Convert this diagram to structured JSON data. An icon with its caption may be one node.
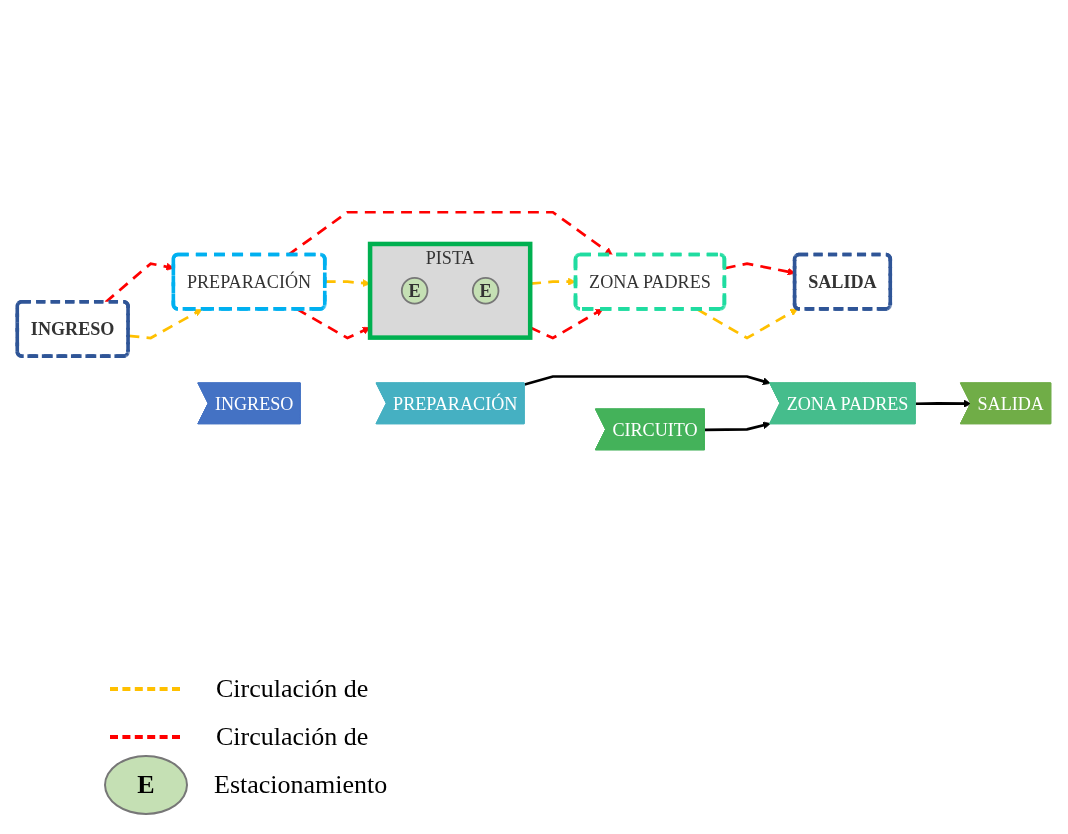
{
  "diagram": {
    "nodes": [
      {
        "text": [
          "INGRESO"
        ]
      },
      {
        "text": [
          "PREPARACIÓN"
        ]
      },
      {
        "text": [
          "ZONA PADRES"
        ]
      },
      {
        "text": [
          "SALIDA"
        ]
      },
      {
        "text": [
          "PISTA"
        ]
      },
      {
        "text": [
          "E"
        ],
        "in": 4
      },
      {
        "text": [
          "E"
        ],
        "in": 4
      },
      {
        "text": [
          "INGRESO"
        ]
      },
      {
        "text": [
          "PREPARACIÓN"
        ]
      },
      {
        "text": [
          "CIRCUITO"
        ]
      },
      {
        "text": [
          "ZONA PADRES"
        ]
      },
      {
        "text": [
          "SALIDA"
        ]
      }
    ],
    "edges": [
      {
        "from": 0,
        "to": 1,
        "arrow": "to",
        "style": "dashed"
      },
      {
        "from": 0,
        "to": 1,
        "arrow": "to",
        "style": "dashed",
        "color": "#ffc000"
      },
      {
        "from": 1,
        "to": 2,
        "arrow": "to",
        "style": "dashed"
      },
      {
        "from": 1,
        "to": 4,
        "arrow": "to",
        "style": "dashed",
        "color": "#ffc000"
      },
      {
        "from": 1,
        "to": 4,
        "arrow": "to",
        "style": "dashed"
      },
      {
        "from": 4,
        "to": 2,
        "arrow": "to",
        "style": "dashed",
        "color": "#ffc000"
      },
      {
        "from": 4,
        "to": 2,
        "arrow": "to",
        "style": "dashed"
      },
      {
        "from": 2,
        "to": 3,
        "arrow": "to",
        "style": "dashed"
      },
      {
        "from": 2,
        "to": 3,
        "arrow": "to",
        "style": "dashed",
        "color": "#ffc000"
      },
      {
        "from": 8,
        "to": 10,
        "arrow": "to",
        "color": "#000000"
      },
      {
        "from": 9,
        "to": 10,
        "arrow": "to",
        "color": "#000000"
      },
      {
        "from": 10,
        "to": 11,
        "arrow": "to",
        "color": "#000000"
      }
    ],
    "labels": [
      "E"
    ],
    "legend": [
      {
        "text": "Circulación de"
      },
      {
        "text": "Circulación de"
      },
      {
        "text": "Estacionamiento"
      }
    ]
  }
}
